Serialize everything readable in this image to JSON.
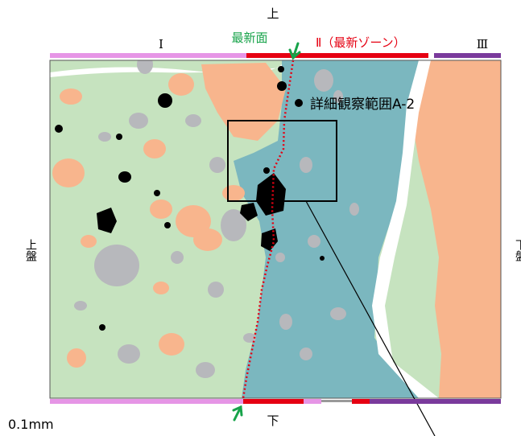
{
  "labels": {
    "top": "上",
    "bottom": "下",
    "left_wall": "上盤",
    "right_wall": "下盤",
    "newest_surface": "最新面",
    "zone1": "Ⅰ",
    "zone2": "Ⅱ（最新ゾーン）",
    "zone3": "Ⅲ",
    "observation_range": "詳細観察範囲A-2",
    "scale": "0.1mm"
  },
  "colors": {
    "matrix_green": "#c6e3bf",
    "newest_zone_blue": "#7bb7bf",
    "host_rock_orange": "#f8b58d",
    "clast_gray": "#b7b8bc",
    "opaque_black": "#000000",
    "void_white": "#ffffff",
    "zone1_bar": "#e695e6",
    "zone2_bar": "#e60012",
    "zone3_bar": "#7a3a9c",
    "arrow_green": "#17a34a",
    "newest_surface_text": "#17a34a",
    "zone2_text": "#e60012",
    "trace_red": "#e60012"
  }
}
